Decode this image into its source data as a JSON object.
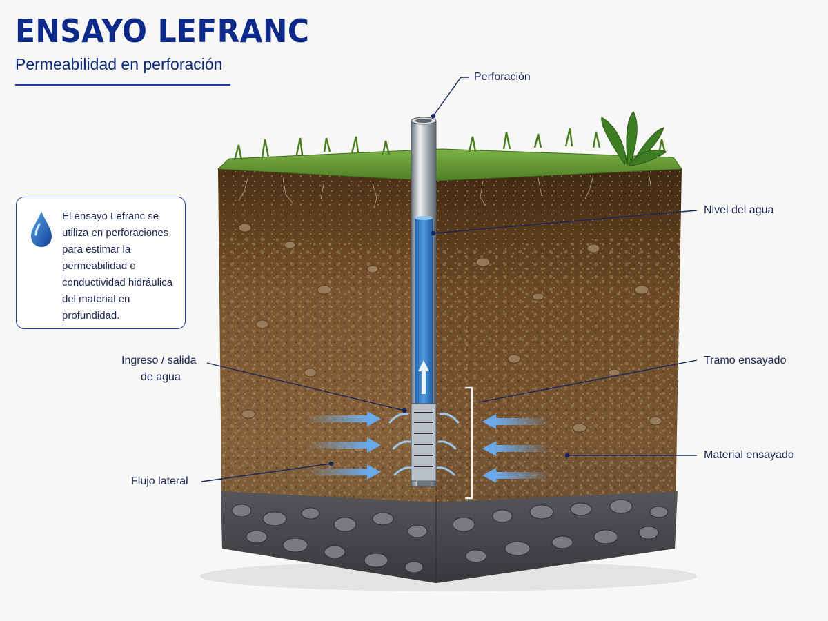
{
  "header": {
    "title": "ENSAYO LEFRANC",
    "subtitle": "Permeabilidad en perforación"
  },
  "info": {
    "text": "El ensayo Lefranc se utiliza en perforaciones para estimar la permeabilidad o conductividad hidráulica del material en profundidad.",
    "icon": "water-drop-icon"
  },
  "labels": {
    "perforacion": "Perforación",
    "nivel_agua": "Nivel del agua",
    "ingreso_l1": "Ingreso / salida",
    "ingreso_l2": "de agua",
    "tramo": "Tramo ensayado",
    "material": "Material ensayado",
    "flujo": "Flujo lateral"
  },
  "colors": {
    "brand": "#0d2a8a",
    "water": "#2f7fc8",
    "soil": "#7a5530",
    "grass": "#5b8e2e",
    "gravel": "#4e4e52"
  }
}
